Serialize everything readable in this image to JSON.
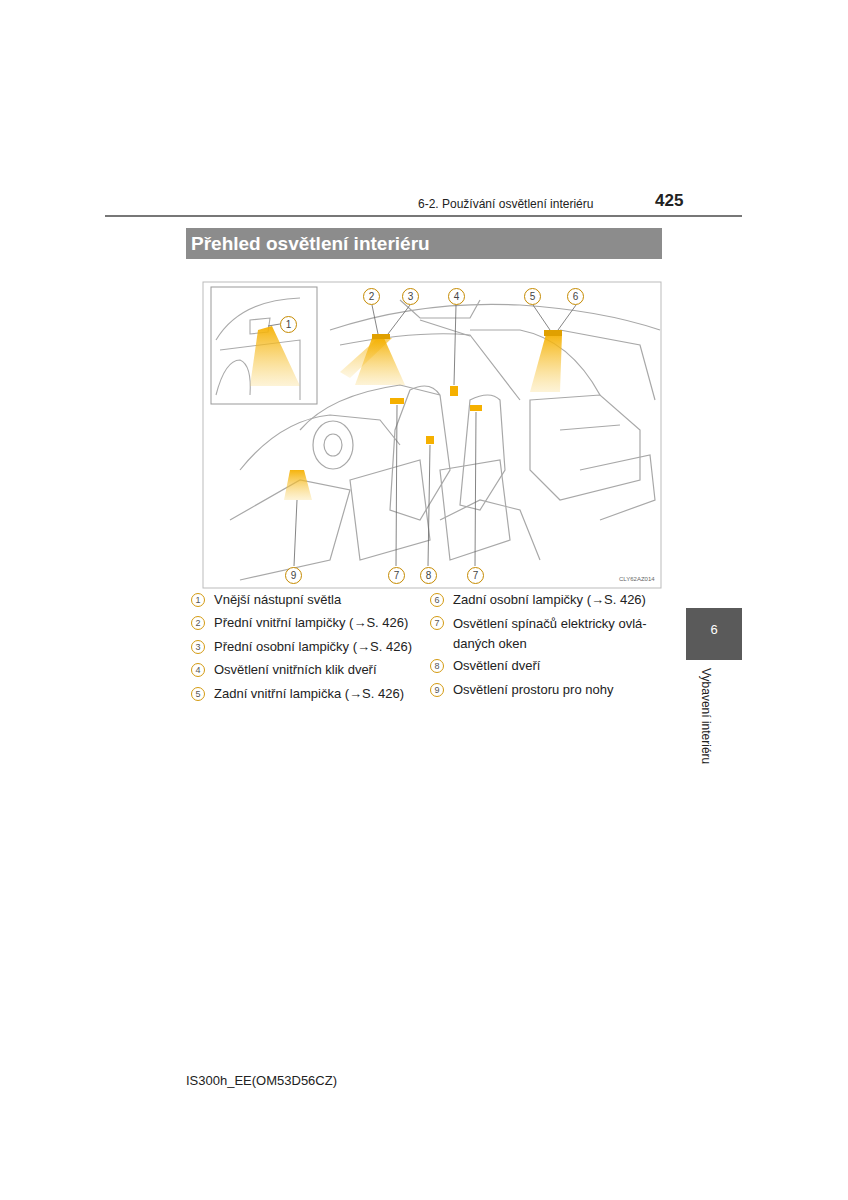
{
  "diagram": {
    "title": "Přehled osvětlení interiéru",
    "labels": [
      "425",
      "6-2. Používání osvětlení interiéru",
      "2",
      "3",
      "4",
      "5",
      "6",
      "1",
      "9",
      "7",
      "8",
      "7",
      "CLY62AZ014",
      "1",
      "Vnější nástupní světla",
      "2",
      "Přední vnitřní lampičky (→S. 426)",
      "3",
      "Přední osobní lampičky (→S. 426)",
      "4",
      "Osvětlení vnitřních klik dveří",
      "5",
      "Zadní vnitřní lampička (→S. 426)",
      "6",
      "Zadní osobní lampičky (→S. 426)",
      "7",
      "Osvětlení spínačů elektricky ovlá- daných oken",
      "8",
      "Osvětlení dveří",
      "9",
      "Osvětlení prostoru pro nohy",
      "6",
      "Vybavení interiéru",
      "IS300h_EE(OM53D56CZ)"
    ]
  }
}
